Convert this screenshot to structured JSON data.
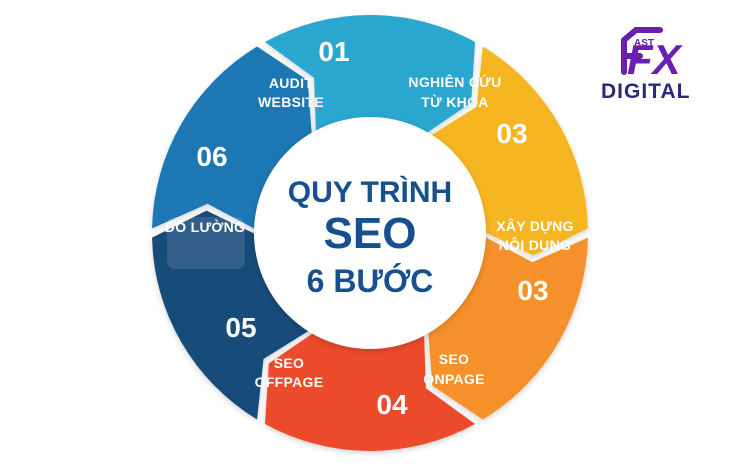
{
  "diagram": {
    "center": {
      "line1": "QUY TRÌNH",
      "line2": "SEO",
      "line3": "6 BƯỚC"
    },
    "steps": [
      {
        "number": "01",
        "label_line1": "AUDIT",
        "label_line2": "WEBSITE",
        "color": "#2aa7cf"
      },
      {
        "number": "03",
        "label_line1": "NGHIÊN CỨU",
        "label_line2": "TỪ KHÓA",
        "color": "#f6b623"
      },
      {
        "number": "03",
        "label_line1": "XÂY DỰNG",
        "label_line2": "NỘI DUNG",
        "color": "#f5902a"
      },
      {
        "number": "04",
        "label_line1": "SEO",
        "label_line2": "ONPAGE",
        "color": "#eb4b2a"
      },
      {
        "number": "05",
        "label_line1": "SEO",
        "label_line2": "OFFPAGE",
        "color": "#174c7a"
      },
      {
        "number": "06",
        "label_line1": "ĐO LƯỜNG",
        "label_line2": "",
        "color": "#1d77b4"
      }
    ]
  },
  "logo": {
    "letters": "FX",
    "small_text": "AST",
    "word": "DIGITAL",
    "color": "#6a1fb0"
  }
}
